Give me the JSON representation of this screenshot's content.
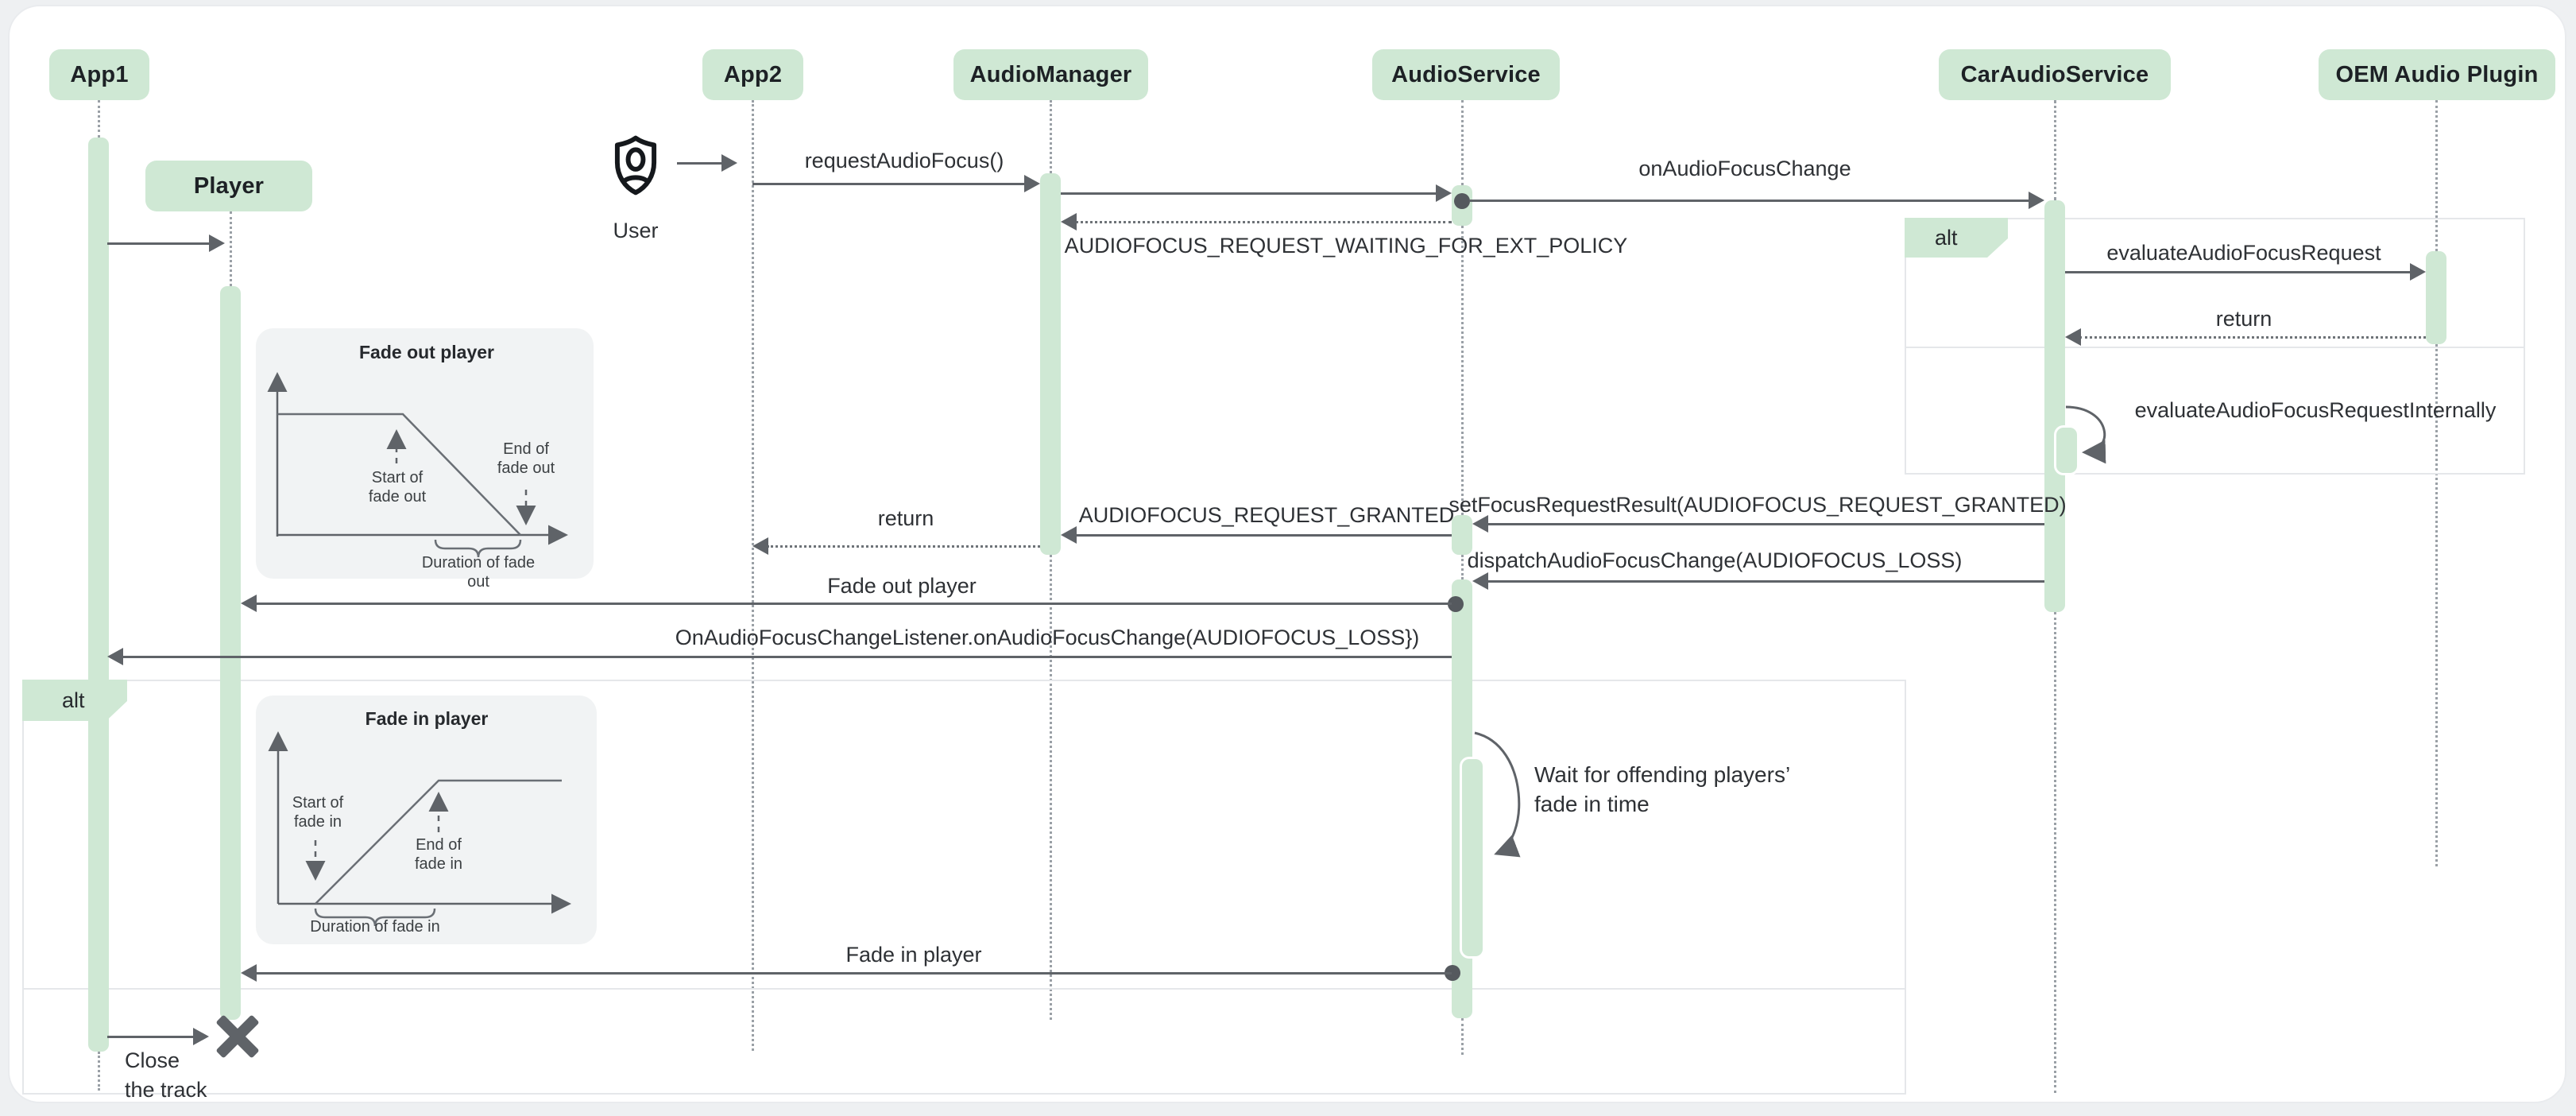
{
  "participants": [
    {
      "label": "App1"
    },
    {
      "label": "Player"
    },
    {
      "label": "App2"
    },
    {
      "label": "AudioManager"
    },
    {
      "label": "AudioService"
    },
    {
      "label": "CarAudioService"
    },
    {
      "label": "OEM Audio Plugin"
    }
  ],
  "actor": {
    "label": "User"
  },
  "frames": {
    "policy_alt": {
      "label": "alt"
    },
    "fade_alt": {
      "label": "alt"
    }
  },
  "messages": {
    "request_audio_focus": "requestAudioFocus()",
    "on_audio_focus_change": "onAudioFocusChange",
    "waiting": "AUDIOFOCUS_REQUEST_WAITING_FOR_EXT_POLICY",
    "evaluate": "evaluateAudioFocusRequest",
    "evaluate_return": "return",
    "evaluate_internally": "evaluateAudioFocusRequestInternally",
    "set_focus_result": "setFocusRequestResult(AUDIOFOCUS_REQUEST_GRANTED)",
    "granted": "AUDIOFOCUS_REQUEST_GRANTED",
    "granted_return": "return",
    "dispatch": "dispatchAudioFocusChange(AUDIOFOCUS_LOSS)",
    "fade_out": "Fade out player",
    "listener": "OnAudioFocusChangeListener.onAudioFocusChange(AUDIOFOCUS_LOSS})",
    "fade_in": "Fade in player",
    "close_track": "Close\nthe track"
  },
  "notes": {
    "wait": "Wait for offending players’\nfade in time"
  },
  "insets": {
    "fade_out": {
      "title": "Fade out player",
      "start": "Start of\nfade out",
      "end": "End of\nfade out",
      "duration": "Duration of fade out"
    },
    "fade_in": {
      "title": "Fade in player",
      "start": "Start of\nfade in",
      "end": "End of\nfade in",
      "duration": "Duration of fade in"
    }
  },
  "colors": {
    "participant_green": "#cfe8d4",
    "arrow_gray": "#5f6368",
    "text_dark": "#1d2125",
    "lifeline_gray": "#9aa0a6",
    "frame_border": "#e5e7ea",
    "inset_bg": "#f1f3f4",
    "page_bg": "#eef0f2"
  }
}
